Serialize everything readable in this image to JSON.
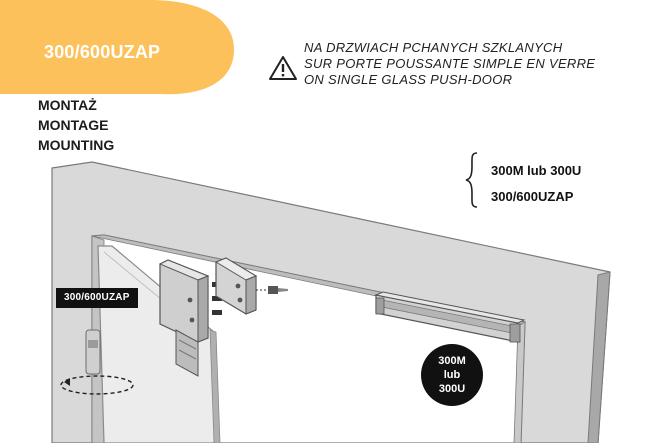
{
  "header": {
    "model_title": "300/600UZAP",
    "warning": [
      "NA DRZWIACH PCHANYCH SZKLANYCH",
      "SUR PORTE POUSSANTE SIMPLE EN VERRE",
      "ON SINGLE GLASS PUSH-DOOR"
    ]
  },
  "mounting_labels": [
    "MONTAŻ",
    "MONTAGE",
    "MOUNTING"
  ],
  "model_list": [
    "300M lub 300U",
    "300/600UZAP"
  ],
  "diagram": {
    "bracket_tag": "300/600UZAP",
    "magnet_tag": [
      "300M",
      "lub",
      "300U"
    ]
  },
  "colors": {
    "accent_blob": "#FDC15B",
    "dark": "#111111"
  },
  "icons": [
    "warning-triangle-icon",
    "rotation-arrow-icon",
    "screw-icon"
  ]
}
